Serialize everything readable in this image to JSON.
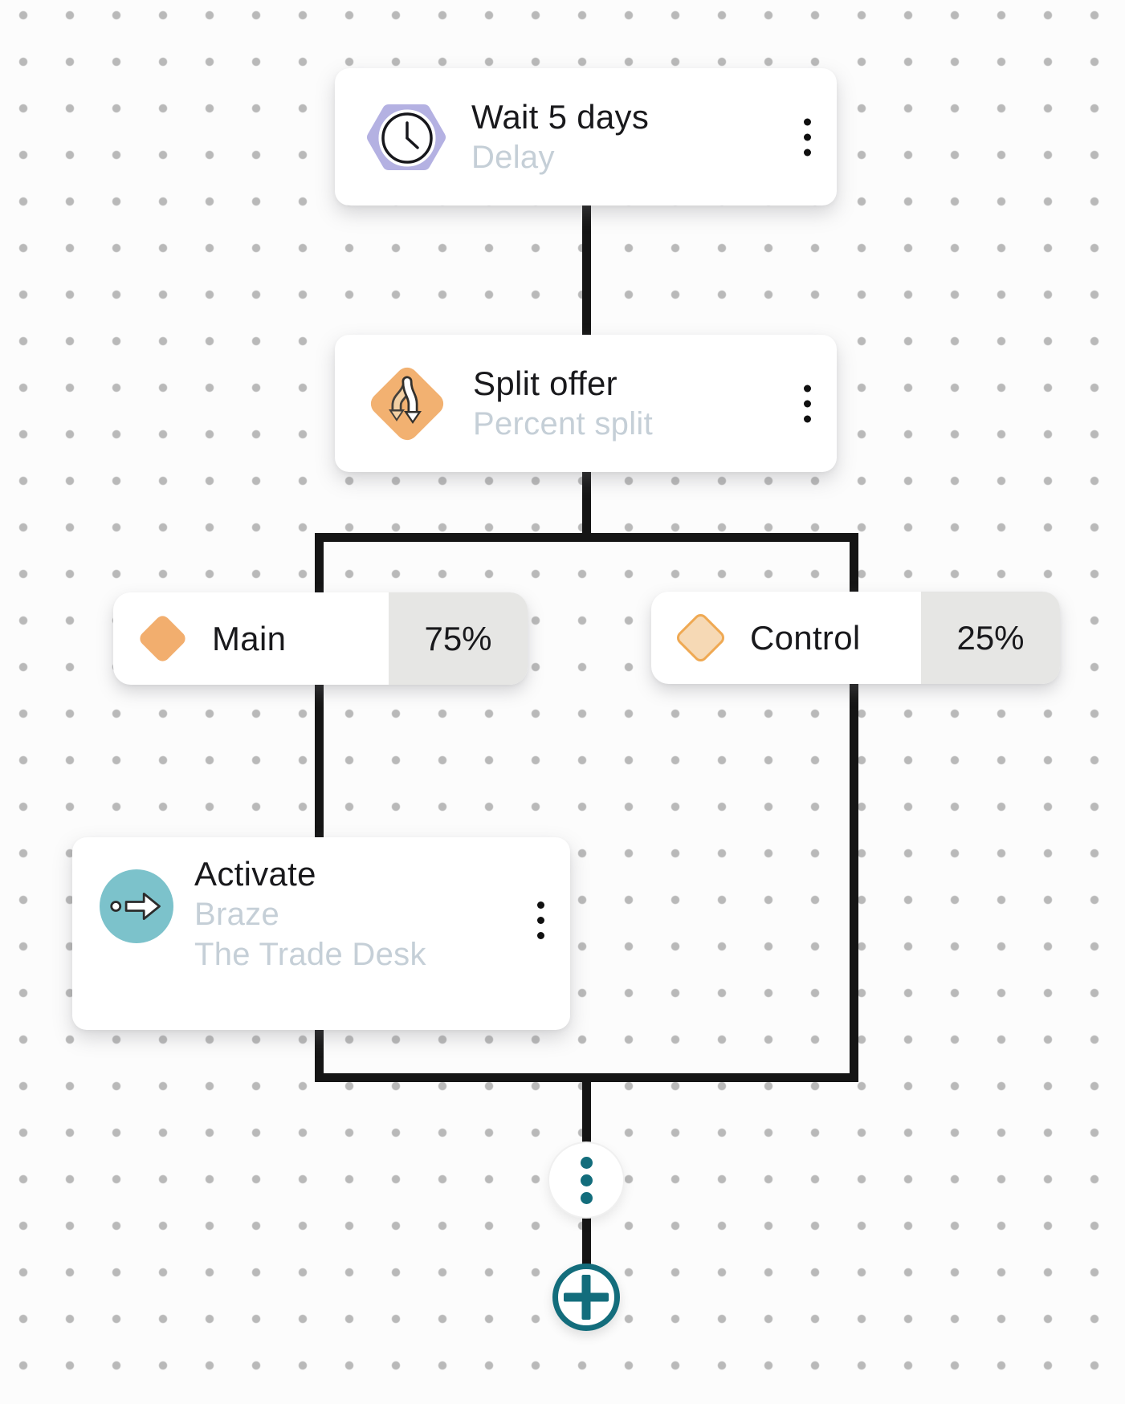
{
  "nodes": {
    "wait": {
      "title": "Wait 5 days",
      "subtitle": "Delay"
    },
    "split": {
      "title": "Split offer",
      "subtitle": "Percent split"
    },
    "activate": {
      "title": "Activate",
      "subtitle_line1": "Braze",
      "subtitle_line2": "The Trade Desk"
    }
  },
  "branches": {
    "main": {
      "label": "Main",
      "percent": "75%"
    },
    "control": {
      "label": "Control",
      "percent": "25%"
    }
  },
  "icons": {
    "wait": "clock-icon",
    "split": "split-arrows-icon",
    "activate": "arrow-right-icon",
    "branch": "diamond-icon",
    "node_menu": "kebab-icon",
    "collapsed_steps": "vertical-dots-icon",
    "add_step": "plus-icon"
  },
  "colors": {
    "connector": "#151515",
    "canvas_dot": "#B9B9B9",
    "wait_icon_bg": "#B4B1E2",
    "split_icon_bg": "#F2B171",
    "split_arrow_secondary": "#F2CFA3",
    "main_diamond": "#F2AE6E",
    "control_diamond_fill": "#F6D9B5",
    "control_diamond_border": "#EFA953",
    "activate_icon_bg": "#7CC2CB",
    "subtitle_text": "#C5CFD7",
    "percent_bg": "#E6E6E4",
    "teal_accent": "#136D7C"
  }
}
